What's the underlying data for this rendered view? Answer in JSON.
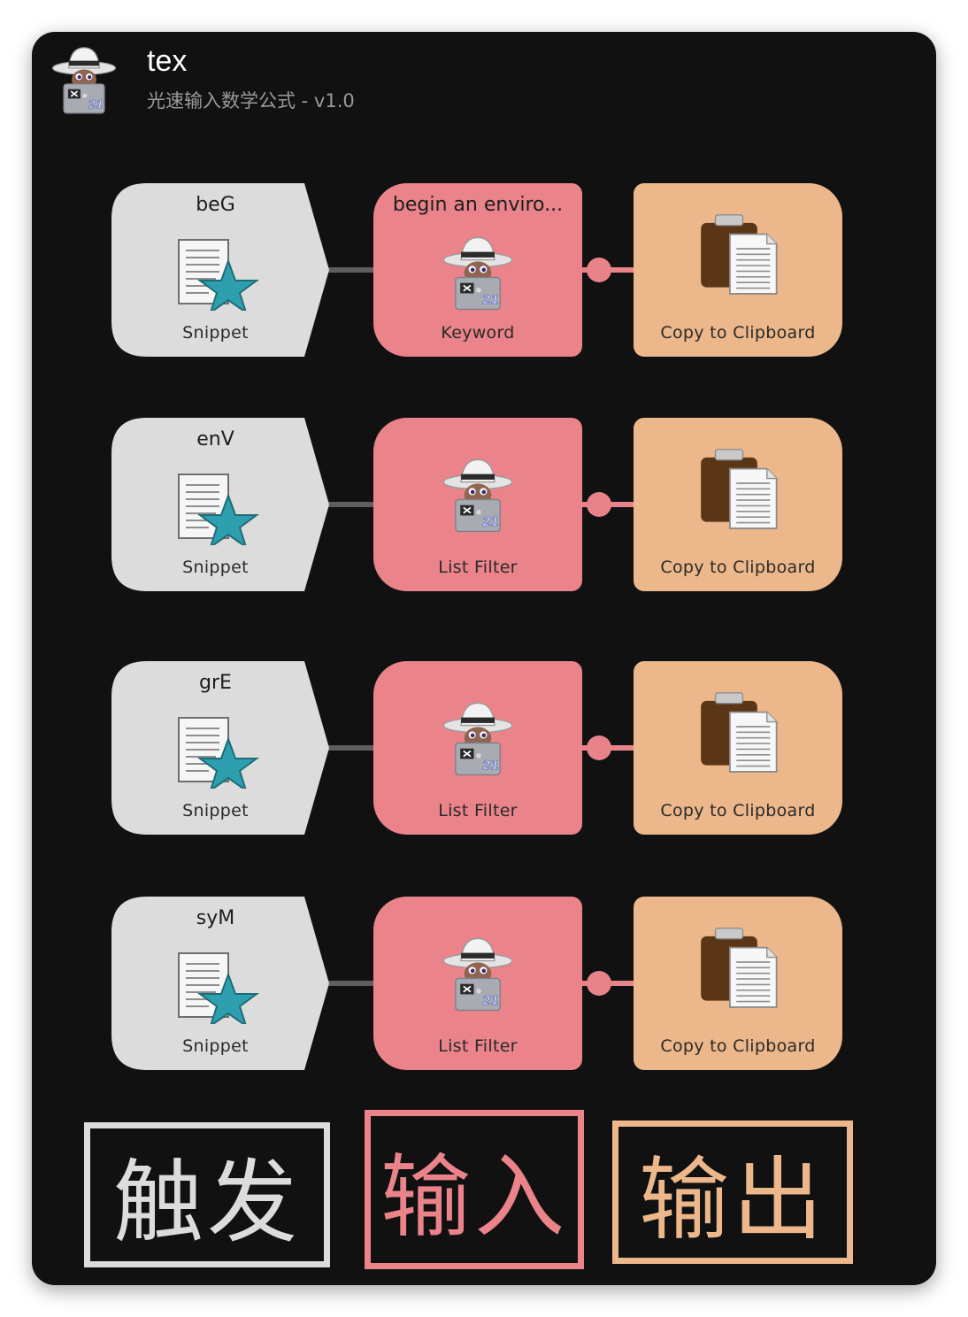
{
  "header": {
    "title": "tex",
    "subtitle": "光速输入数学公式 - v1.0"
  },
  "workflow": {
    "rows": [
      {
        "trigger": {
          "title": "beG",
          "label": "Snippet"
        },
        "input": {
          "title": "begin an enviro...",
          "label": "Keyword"
        },
        "output": {
          "title": "",
          "label": "Copy to Clipboard"
        }
      },
      {
        "trigger": {
          "title": "enV",
          "label": "Snippet"
        },
        "input": {
          "title": "",
          "label": "List Filter"
        },
        "output": {
          "title": "",
          "label": "Copy to Clipboard"
        }
      },
      {
        "trigger": {
          "title": "grE",
          "label": "Snippet"
        },
        "input": {
          "title": "",
          "label": "List Filter"
        },
        "output": {
          "title": "",
          "label": "Copy to Clipboard"
        }
      },
      {
        "trigger": {
          "title": "syM",
          "label": "Snippet"
        },
        "input": {
          "title": "",
          "label": "List Filter"
        },
        "output": {
          "title": "",
          "label": "Copy to Clipboard"
        }
      }
    ]
  },
  "legend": [
    {
      "text": "触发",
      "color": "#dcdcdc"
    },
    {
      "text": "输入",
      "color": "#ea838a"
    },
    {
      "text": "输出",
      "color": "#ecb78a"
    }
  ],
  "icons": {
    "header": "memoji-avatar-icon",
    "trigger": "snippet-star-icon",
    "input": "memoji-avatar-icon",
    "output": "clipboard-icon"
  },
  "colors": {
    "window_bg": "#111111",
    "trigger": "#dcdcdc",
    "input": "#ea838a",
    "output": "#ecb78a"
  }
}
